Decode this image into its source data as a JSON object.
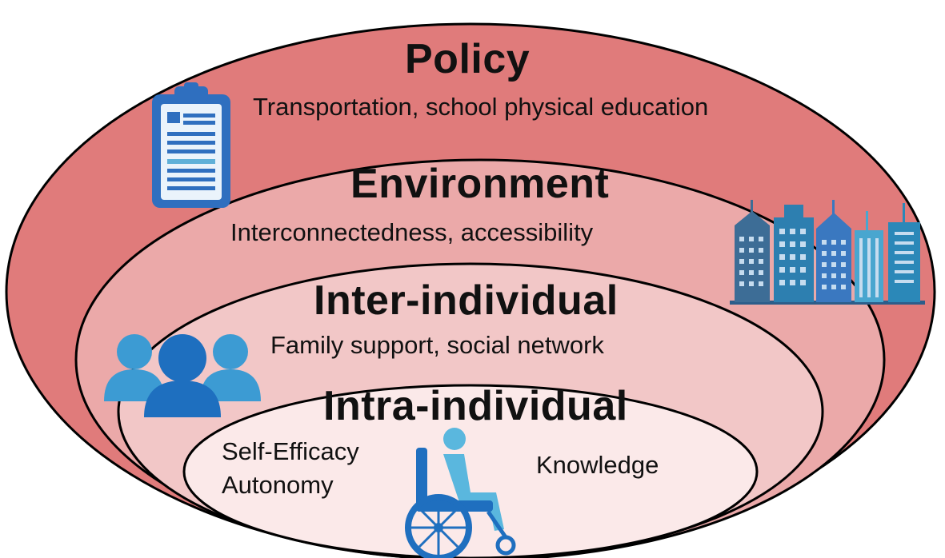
{
  "layers": [
    {
      "title": "Policy",
      "description": "Transportation, school physical education",
      "color": "#e07b7b"
    },
    {
      "title": "Environment",
      "description": "Interconnectedness, accessibility",
      "color": "#eba9a9"
    },
    {
      "title": "Inter-individual",
      "description": "Family support, social network",
      "color": "#f2c7c7"
    },
    {
      "title": "Intra-individual",
      "items_left": [
        "Self-Efficacy",
        "Autonomy"
      ],
      "item_right": "Knowledge",
      "color": "#fbe9e9"
    }
  ],
  "icons": {
    "policy": "clipboard-icon",
    "environment": "city-buildings-icon",
    "inter_individual": "people-group-icon",
    "intra_individual": "wheelchair-user-icon"
  },
  "accent_colors": {
    "icon_blue": "#2f6fbf",
    "icon_light_blue": "#5fb0d8",
    "outline": "#000000"
  }
}
